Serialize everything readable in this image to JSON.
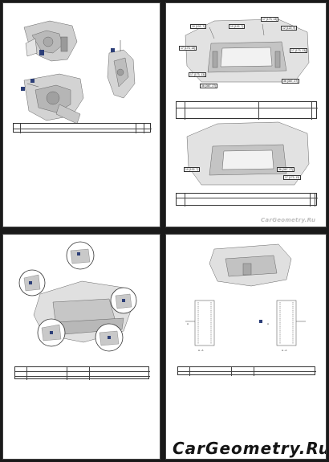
{
  "watermark": {
    "brand": "CarGeometry.Ru"
  },
  "page1": {
    "page_number": "",
    "table_rows": [
      {
        "index": "",
        "text": "",
        "cols": [
          "",
          ""
        ]
      },
      {
        "index": "",
        "text": "",
        "cols": [
          "",
          ""
        ]
      }
    ]
  },
  "page2": {
    "callouts_top": [
      "10 (102, 7)",
      "10 (102, 7)",
      "17 (173, 13)",
      "12 (122, 9)",
      "17 (173, 13)",
      "17 (173, 13)",
      "17 (173, 13)",
      "36 (367, 27)",
      "36 (367, 27)"
    ],
    "table_top": {
      "index": "",
      "text": "",
      "note": ""
    },
    "callouts_bottom": [
      "10 (102, 7)",
      "36 (367, 27)",
      "17 (173, 13)"
    ],
    "table_bottom": {
      "index": "",
      "text": ""
    },
    "note_lines": [
      "",
      ""
    ]
  },
  "page3": {
    "table_title": "",
    "table_headers": [
      "",
      "",
      "",
      ""
    ],
    "table_rows": [
      {
        "cols": [
          "",
          "",
          "",
          ""
        ]
      },
      {
        "cols": [
          "",
          "",
          "",
          ""
        ]
      }
    ]
  },
  "page4": {
    "label_a": "A",
    "label_section": "A - A",
    "table_title": "",
    "table_headers": [
      "",
      "",
      "",
      ""
    ],
    "table_rows": [
      {
        "cols": [
          "",
          "",
          "",
          ""
        ]
      }
    ]
  }
}
